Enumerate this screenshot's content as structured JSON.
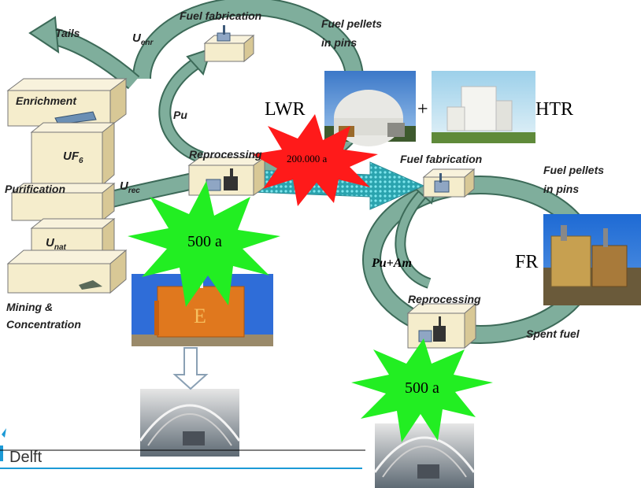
{
  "front_end": {
    "tails": "Tails",
    "u_enr_base": "U",
    "u_enr_sub": "enr",
    "enrichment": "Enrichment",
    "uf6_base": "UF",
    "uf6_sub": "6",
    "purification": "Purification",
    "u_nat_base": "U",
    "u_nat_sub": "nat",
    "mining": "Mining &",
    "concentration": "Concentration"
  },
  "first_cycle": {
    "fuel_fabrication": "Fuel fabrication",
    "fuel_pellets_1": "Fuel pellets",
    "fuel_pellets_2": "in pins",
    "pu": "Pu",
    "reprocessing": "Reprocessing",
    "u_rec_base": "U",
    "u_rec_sub": "rec"
  },
  "reactors": {
    "lwr": "LWR",
    "plus": "+",
    "htr": "HTR",
    "fr": "FR"
  },
  "bursts": {
    "red": "200.000 a",
    "green_left": "500 a",
    "green_right": "500 a"
  },
  "second_cycle": {
    "fuel_fabrication": "Fuel fabrication",
    "fuel_pellets_1": "Fuel pellets",
    "fuel_pellets_2": "in pins",
    "pu_am": "Pu+Am",
    "reprocessing": "Reprocessing",
    "spent_fuel": "Spent fuel"
  },
  "logo": {
    "text": "TUDelft",
    "visible_text": "Delft"
  },
  "colors": {
    "cycle_arrow": "#7fae9c",
    "arrow_edge": "#3c6a58",
    "box_face": "#f5edcc",
    "box_top": "#f8f2dc",
    "box_side": "#d8c896",
    "green_burst": "#22ee22",
    "red_burst": "#ff1a1a",
    "dotted_arrow": "#39b9c4",
    "logo_blue": "#1c9ad6"
  }
}
